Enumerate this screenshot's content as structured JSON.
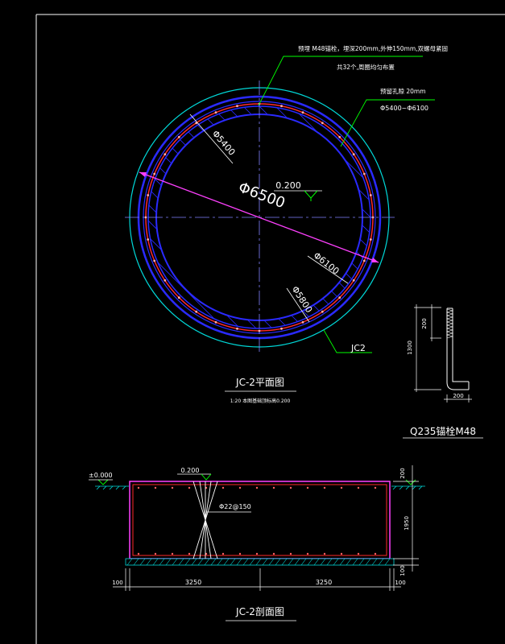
{
  "plan": {
    "note_anchor": "预埋 M48锚栓，埋深200mm,外伸150mm,双螺母紧固",
    "note_anchor_count": "共32个,周圈均匀布置",
    "note_grout": "预留孔隙 20mm",
    "note_range": "Φ5400~Φ6100",
    "dim_5400": "Φ5400",
    "dim_6500": "Φ6500",
    "dim_6100": "Φ6100",
    "dim_5800": "Φ5800",
    "elevation": "0.200",
    "jc_label": "JC2",
    "title": "JC-2平面图",
    "subtitle": "1:20 本图基础顶标高0.200"
  },
  "bolt": {
    "dim_top": "200",
    "dim_height": "1300",
    "dim_bottom": "200",
    "title": "Q235锚栓M48"
  },
  "section": {
    "ground_level": "±0.000",
    "top_level": "0.200",
    "rebar_label": "Φ22@150",
    "dim_right_top": "200",
    "dim_right_mid": "1950",
    "dim_right_bottom": "100",
    "dim_left_ext": "100",
    "dim_span_left": "3250",
    "dim_span_right": "3250",
    "dim_right_ext": "100",
    "title": "JC-2剖面图"
  }
}
